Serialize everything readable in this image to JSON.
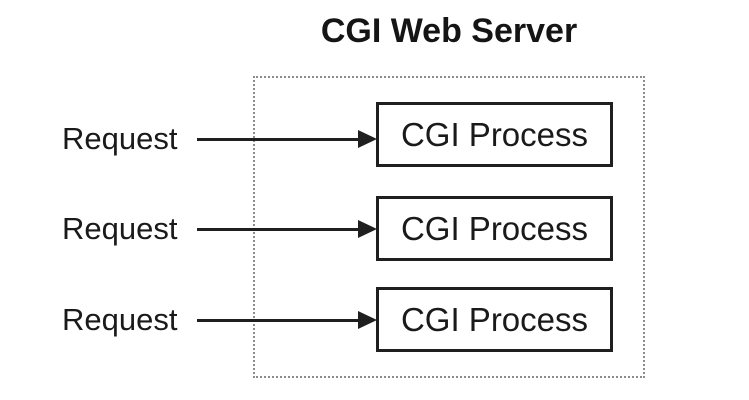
{
  "diagram": {
    "title": "CGI Web Server",
    "rows": [
      {
        "request": "Request",
        "process": "CGI Process"
      },
      {
        "request": "Request",
        "process": "CGI Process"
      },
      {
        "request": "Request",
        "process": "CGI Process"
      }
    ],
    "colors": {
      "background": "#ffffff",
      "text": "#1a1a1a",
      "process_box_border": "#1f1f1f",
      "server_boundary_border": "#8c8c8c",
      "arrow": "#1f1f1f"
    }
  }
}
